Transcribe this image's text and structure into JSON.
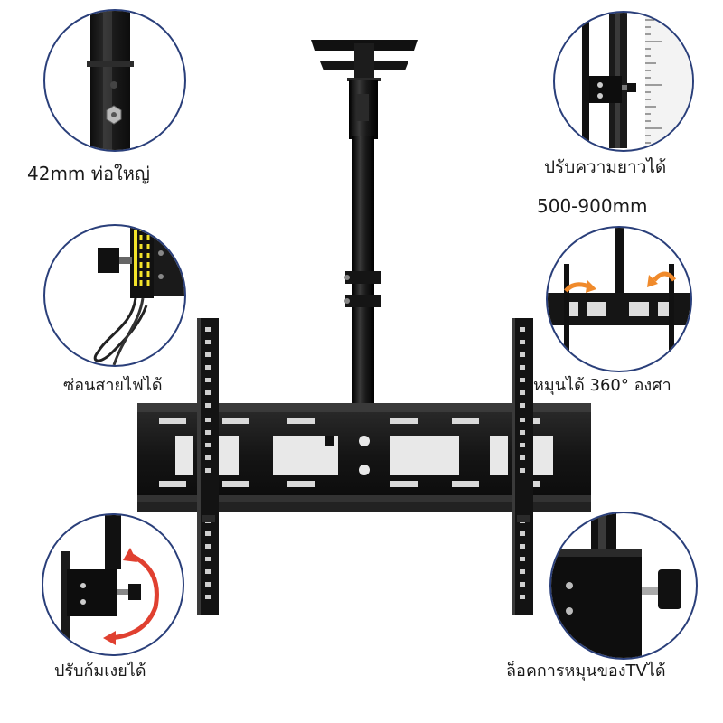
{
  "captions": {
    "pipe_size": "42mm  ท่อใหญ่",
    "adjust_length": "ปรับความยาวได้",
    "length_range": "500-900mm",
    "hide_cable": "ซ่อนสายไฟได้",
    "rotate": "หมุนได้  360° องศา",
    "tilt": "ปรับก้มเงยได้",
    "lock": "ล็อคการหมุนของTVได้"
  },
  "colors": {
    "circle_border": "#2a3f7a",
    "metal": "#141414",
    "arrow_orange": "#f08a2b",
    "arrow_red": "#e04030",
    "highlight_yellow": "#f2e22a"
  }
}
